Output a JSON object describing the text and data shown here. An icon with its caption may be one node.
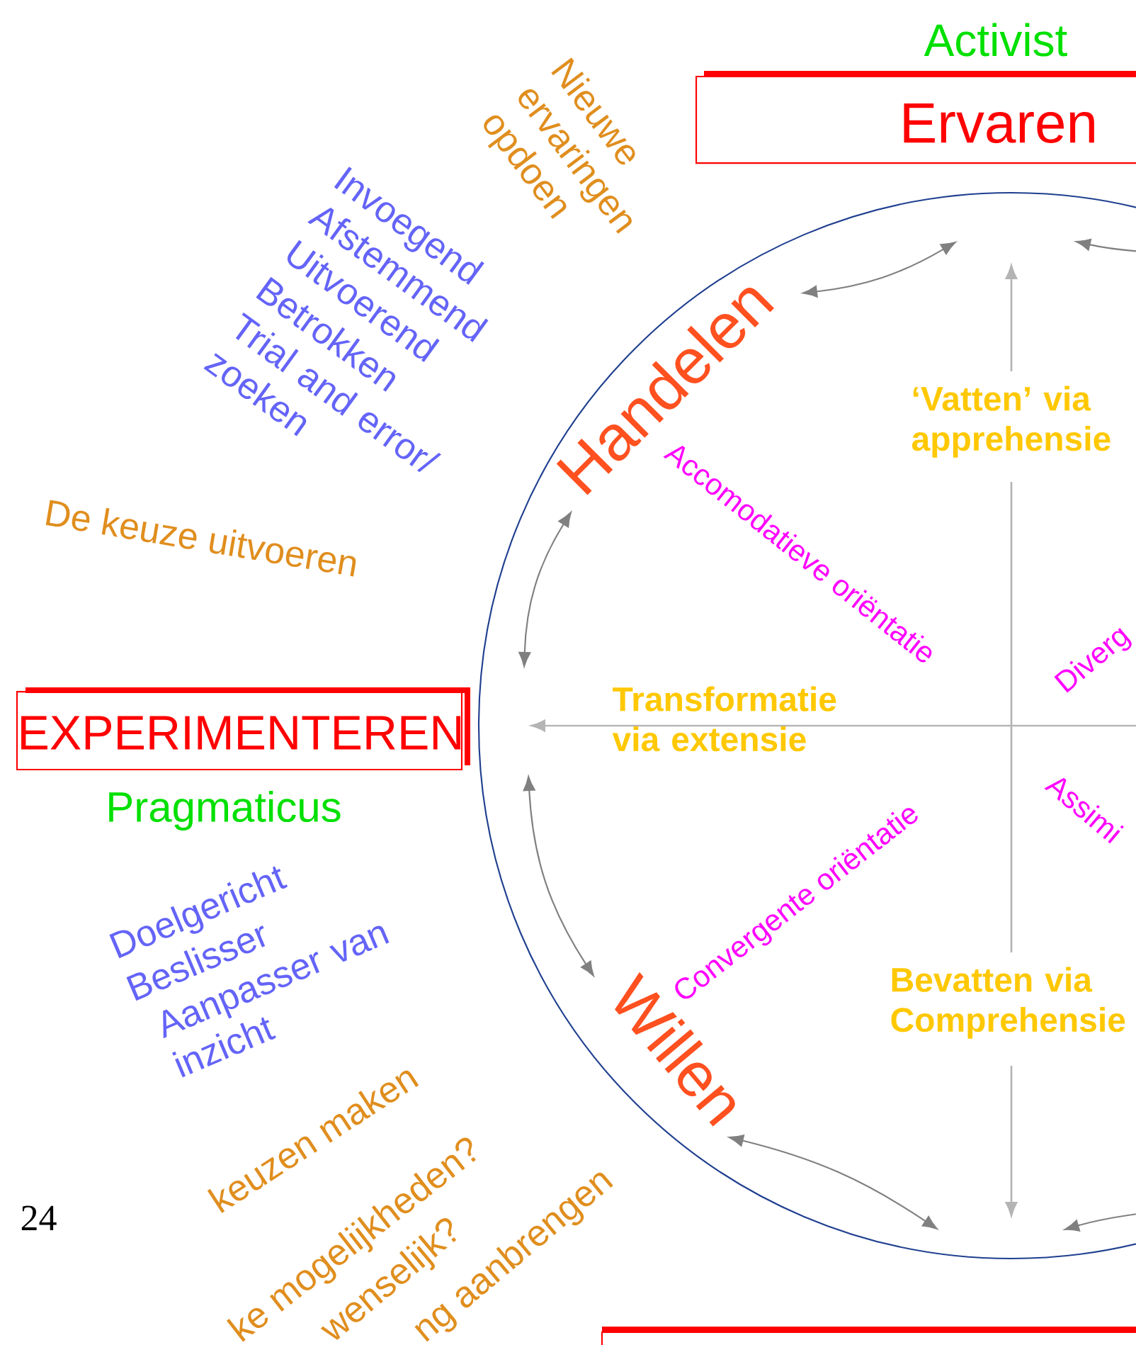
{
  "diagram": {
    "nodes": [
      {
        "text": [
          "Activist",
          "Ervaren"
        ]
      },
      {
        "text": [
          "‘Vatten’ via apprehensie",
          "Accomodatieve oriëntatie",
          "Diverg",
          "Transformatie via extensie",
          "Convergente oriëntatie",
          "Assimi",
          "Bevatten via Comprehensie"
        ]
      },
      {
        "text": [
          "EXPERIMENTEREN",
          "Pragmaticus"
        ]
      },
      {
        "text": [],
        "shape": "box"
      }
    ],
    "labels": [
      "Nieuwe ervaringen opdoen",
      "Invoegend",
      "Afstemmend",
      "Uitvoerend",
      "Betrokken",
      "Trial and error/ zoeken",
      "Handelen",
      "De keuze uitvoeren",
      "Willen",
      "Doelgericht",
      "Beslisser",
      "Aanpasser van inzicht",
      "24",
      "keuzen maken",
      "ke mogelijkheden?",
      "wenselijk?",
      "ng aanbrengen"
    ]
  }
}
